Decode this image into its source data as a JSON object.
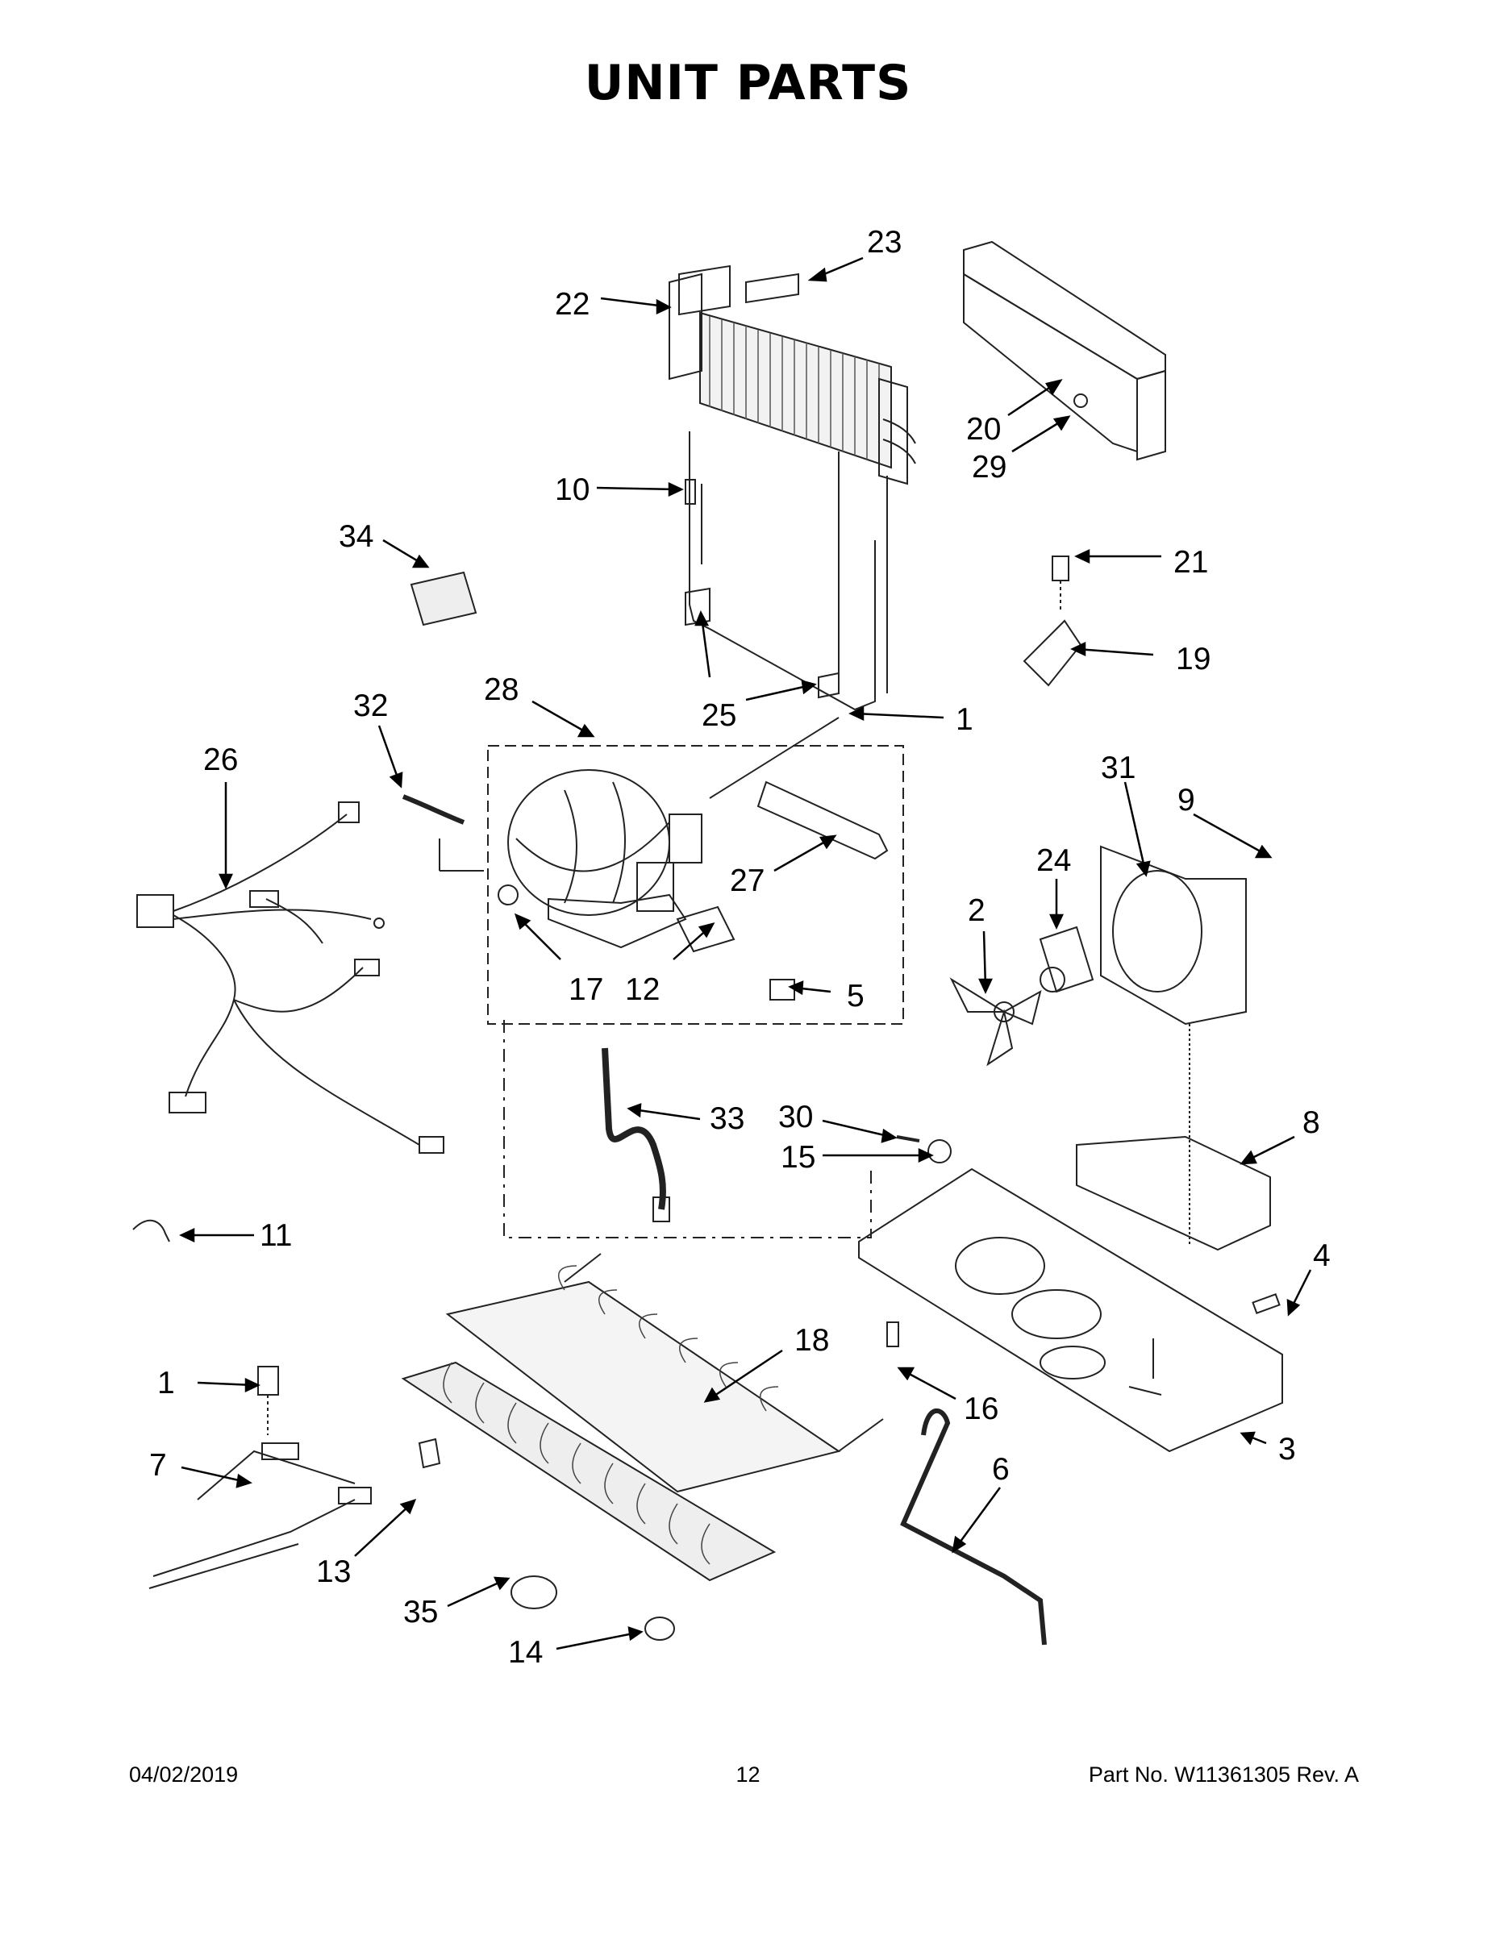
{
  "title": "UNIT PARTS",
  "footer": {
    "date": "04/02/2019",
    "page": "12",
    "part": "Part No.  W11361305  Rev.  A"
  },
  "callouts": [
    "23",
    "22",
    "20",
    "29",
    "10",
    "34",
    "21",
    "19",
    "25",
    "1",
    "28",
    "32",
    "26",
    "31",
    "9",
    "27",
    "24",
    "2",
    "17",
    "12",
    "5",
    "33",
    "30",
    "8",
    "15",
    "11",
    "4",
    "18",
    "1",
    "16",
    "3",
    "7",
    "6",
    "13",
    "35",
    "14"
  ]
}
